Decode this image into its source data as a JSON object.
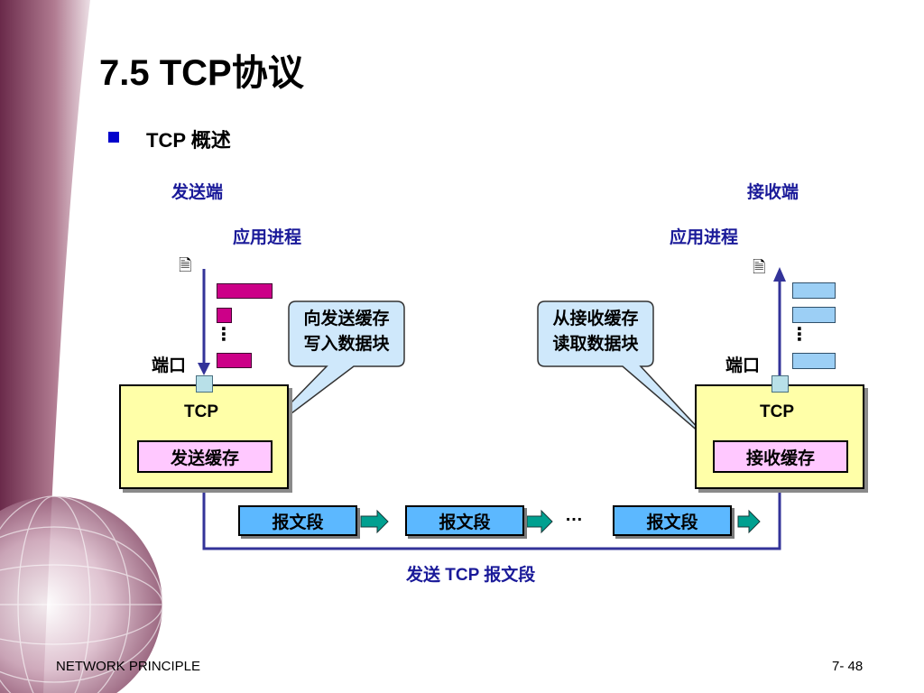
{
  "title": "7.5 TCP协议",
  "bullet": "TCP 概述",
  "sender": {
    "side_label": "发送端",
    "app_label": "应用进程",
    "port_label": "端口",
    "tcp_label": "TCP",
    "buffer_label": "发送缓存",
    "callout": [
      "向发送缓存",
      "写入数据块"
    ],
    "dots": "⋮"
  },
  "receiver": {
    "side_label": "接收端",
    "app_label": "应用进程",
    "port_label": "端口",
    "tcp_label": "TCP",
    "buffer_label": "接收缓存",
    "callout": [
      "从接收缓存",
      "读取数据块"
    ],
    "dots": "⋮"
  },
  "segments": [
    "报文段",
    "报文段",
    "报文段"
  ],
  "segments_ellipsis": "…",
  "send_caption": "发送 TCP 报文段",
  "footer": {
    "left": "NETWORK PRINCIPLE",
    "right": "7- 48"
  },
  "colors": {
    "bullet": "#0000cc",
    "label_blue": "#1a1a99",
    "tcp_box": "#ffffa8",
    "buffer": "#ffc8ff",
    "segment": "#5cb8ff",
    "callout": "#cfe8fb",
    "send_block": "#cc0088",
    "recv_block": "#9ccff5",
    "flow_line": "#333399",
    "arrow_fill": "#00a090"
  },
  "icons": [
    "document-icon",
    "document-icon"
  ]
}
